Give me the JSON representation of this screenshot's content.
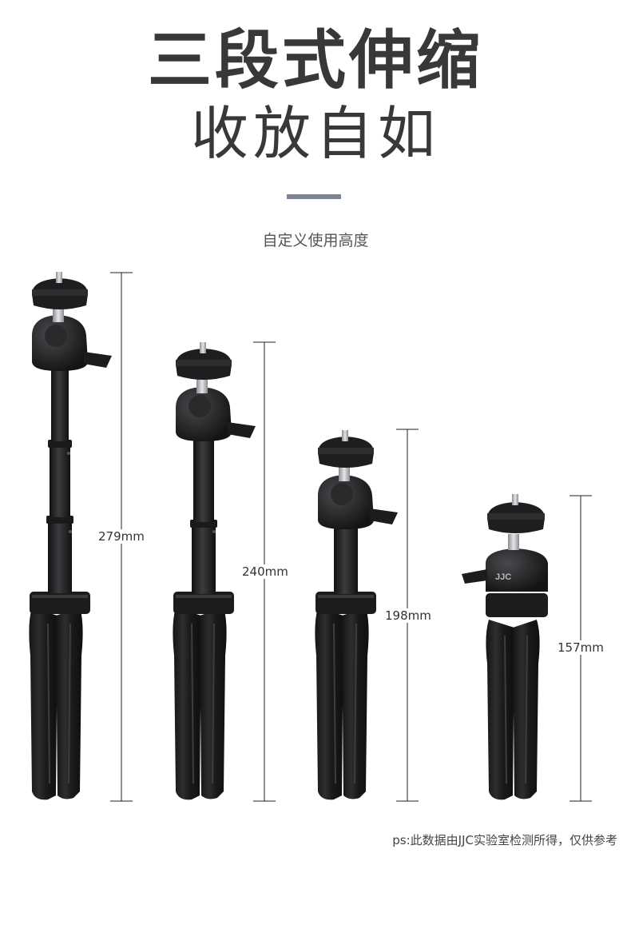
{
  "header": {
    "title_line1": "三段式伸缩",
    "title_line2": "收放自如",
    "subtitle": "自定义使用高度"
  },
  "colors": {
    "accent_bar": "#7c8494",
    "tripod_body": "#1f1f21",
    "tripod_highlight": "#3a3a3d",
    "metal": "#c8c8cc"
  },
  "tripods": [
    {
      "height_label": "279mm",
      "height_mm": 279
    },
    {
      "height_label": "240mm",
      "height_mm": 240
    },
    {
      "height_label": "198mm",
      "height_mm": 198
    },
    {
      "height_label": "157mm",
      "height_mm": 157,
      "brand_mark": "JJC"
    }
  ],
  "footnote": "ps:此数据由JJC实验室检测所得，仅供参考"
}
